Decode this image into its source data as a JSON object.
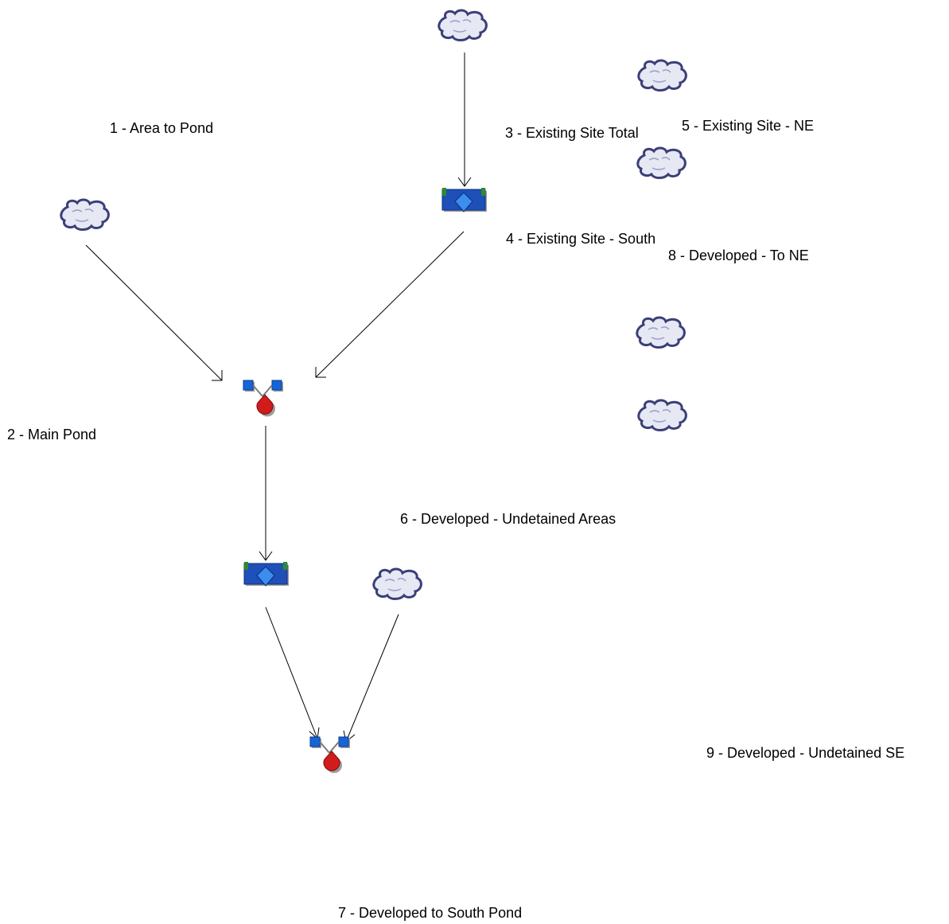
{
  "diagram": {
    "nodes": [
      {
        "key": "cloud_top",
        "type": "subbasin"
      },
      {
        "key": "cloud_right_1",
        "type": "subbasin"
      },
      {
        "key": "cloud_right_2",
        "type": "subbasin"
      },
      {
        "key": "cloud_left",
        "type": "subbasin"
      },
      {
        "key": "cloud_right_3",
        "type": "subbasin"
      },
      {
        "key": "cloud_right_4",
        "type": "subbasin"
      },
      {
        "key": "cloud_bottom",
        "type": "subbasin"
      },
      {
        "key": "pond_top",
        "type": "pond"
      },
      {
        "key": "pond_mid",
        "type": "pond"
      },
      {
        "key": "junction_mid",
        "type": "junction"
      },
      {
        "key": "junction_bottom",
        "type": "junction"
      }
    ],
    "labels": [
      "1 - Area to Pond",
      "2 - Main Pond",
      "3 - Existing Site Total",
      "4 - Existing Site - South",
      "5 - Existing Site - NE",
      "6 - Developed - Undetained Areas",
      "7 - Developed to South Pond",
      "8 - Developed - To NE",
      "9 - Developed - Undetained SE"
    ],
    "links": [
      {
        "from": "cloud_top",
        "to": "pond_top"
      },
      {
        "from": "cloud_left",
        "to": "junction_mid"
      },
      {
        "from": "pond_top",
        "to": "junction_mid"
      },
      {
        "from": "junction_mid",
        "to": "pond_mid"
      },
      {
        "from": "pond_mid",
        "to": "junction_bottom"
      },
      {
        "from": "cloud_bottom",
        "to": "junction_bottom"
      }
    ],
    "colors": {
      "cloud_fill": "#e6e8f4",
      "cloud_stroke": "#3b3f78",
      "pond_fill": "#1f4fb8",
      "pond_rim": "#2e8b2e",
      "pond_diamond": "#3a8ef0",
      "junction_square": "#1565d8",
      "junction_drop": "#d21c1c",
      "edge": "#000000"
    }
  }
}
